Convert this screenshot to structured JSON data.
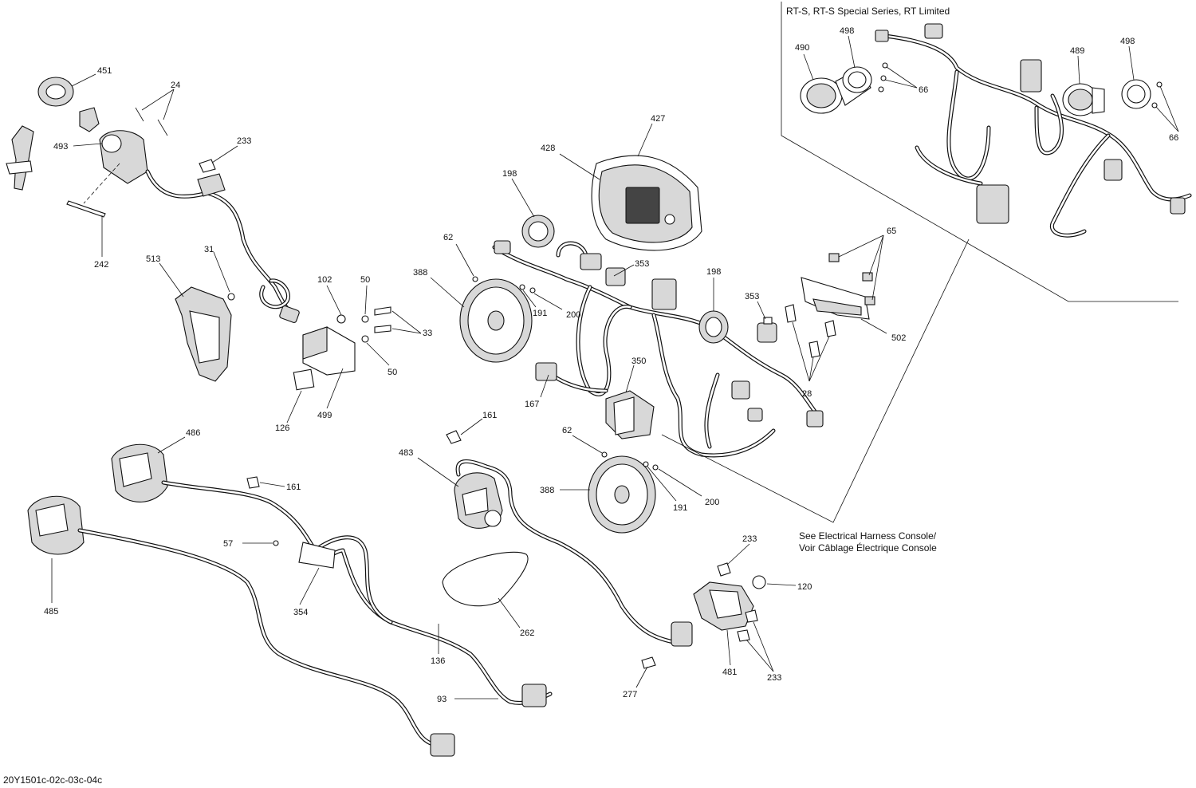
{
  "inset": {
    "title": "RT-S, RT-S Special Series, RT Limited",
    "labels": [
      "490",
      "498",
      "66",
      "489",
      "498",
      "66"
    ]
  },
  "see_note": {
    "line1": "See Electrical Harness Console/",
    "line2": "Voir Câblage Électrique Console"
  },
  "drawing_id": "20Y1501c-02c-03c-04c",
  "callouts": [
    "451",
    "24",
    "493",
    "233",
    "242",
    "513",
    "31",
    "102",
    "50",
    "33",
    "50",
    "126",
    "499",
    "427",
    "428",
    "198",
    "62",
    "388",
    "191",
    "200",
    "353",
    "198",
    "353",
    "65",
    "502",
    "28",
    "350",
    "167",
    "161",
    "62",
    "483",
    "388",
    "191",
    "200",
    "486",
    "161",
    "485",
    "57",
    "354",
    "262",
    "136",
    "93",
    "277",
    "233",
    "120",
    "481",
    "233"
  ]
}
